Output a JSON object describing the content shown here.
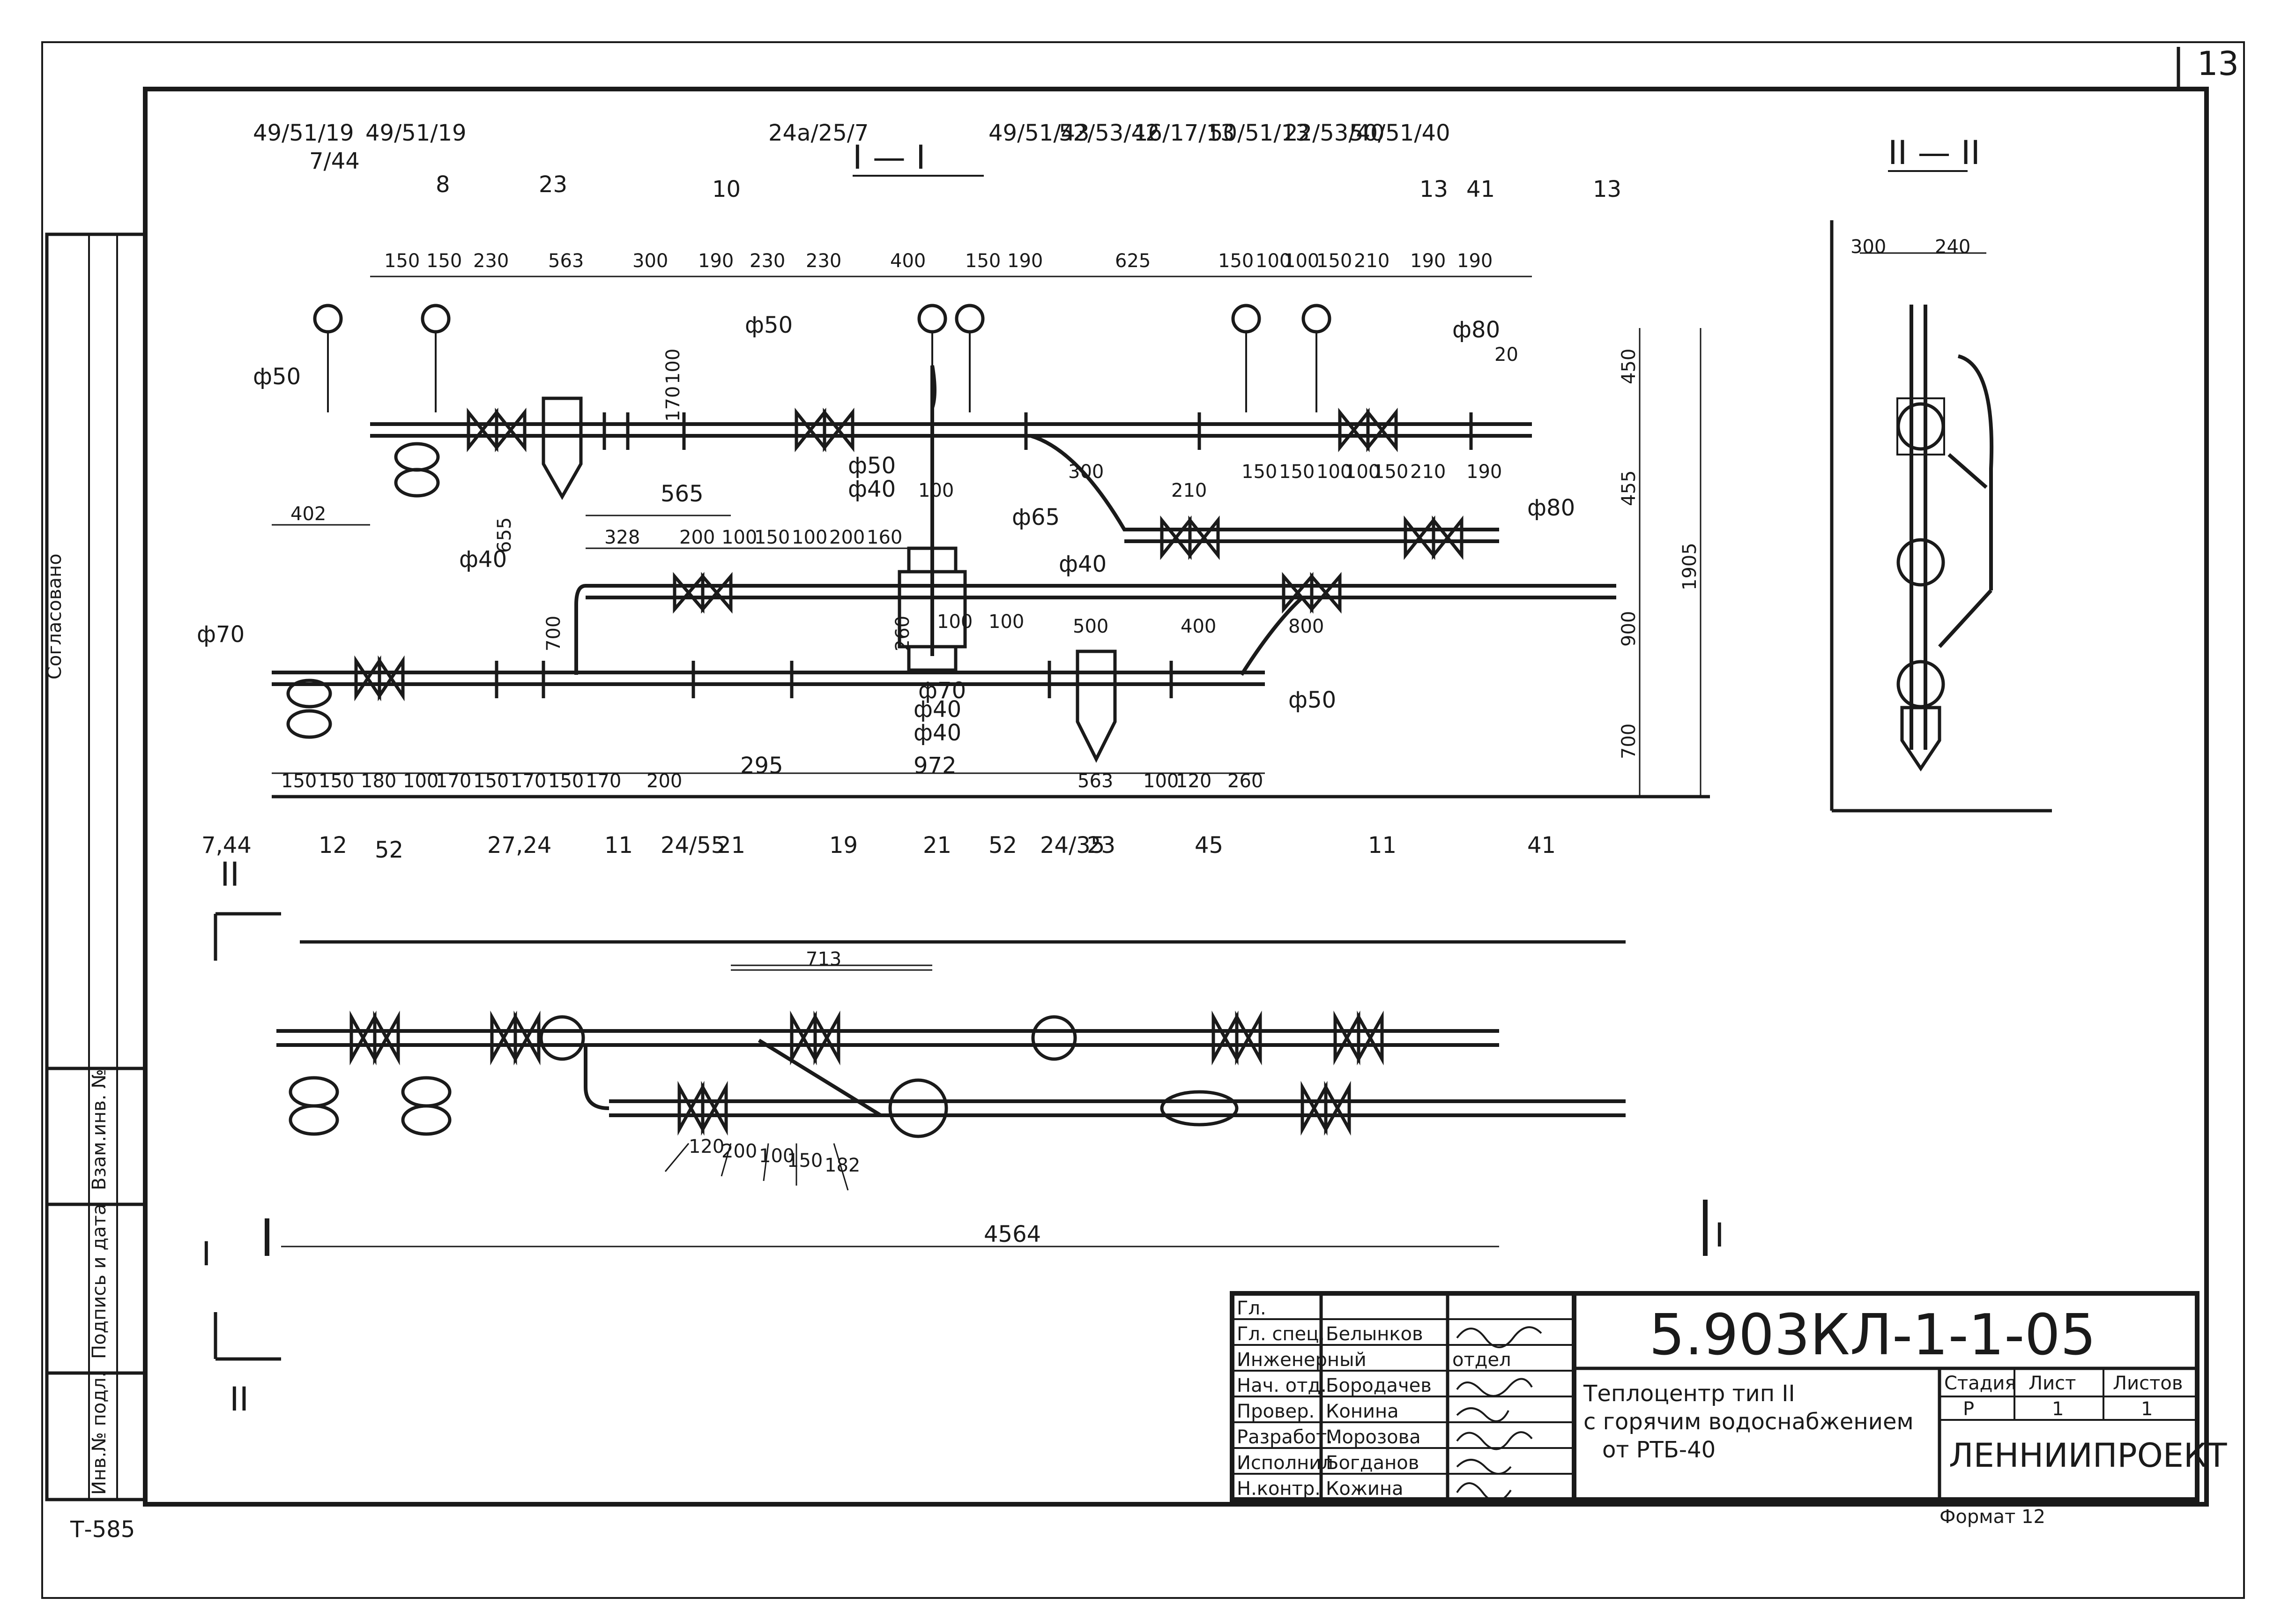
{
  "sheet_number": "13",
  "section_titles": {
    "main": "I — I",
    "side": "II — II",
    "plan_mark_left": "II",
    "plan_mark_bottom": "II",
    "plan_mark_i1": "I",
    "plan_mark_i2": "I"
  },
  "side_strip": {
    "agreed": "Согласовано",
    "vzam": "Взам.инв. №",
    "podpis": "Подпись и дата",
    "inv": "Инв.№ подл."
  },
  "stamp_bottom_left": "Т-585",
  "format": "Формат 12",
  "callouts_top": [
    "49/51/19",
    "7/44",
    "49/51/19",
    "8",
    "23",
    "24a/25/7",
    "10",
    "49/51/43",
    "52/53/42",
    "16/17/13",
    "50/51/13",
    "22/53/40",
    "50/51/40",
    "13",
    "41",
    "13"
  ],
  "callouts_bottom": [
    "7,44",
    "12",
    "52",
    "27,24",
    "11",
    "24/55",
    "21",
    "19",
    "21",
    "52",
    "24/35",
    "23",
    "45",
    "11",
    "41"
  ],
  "dims_top": [
    "150",
    "150",
    "230",
    "563",
    "300",
    "190",
    "230",
    "230",
    "400",
    "150",
    "190",
    "625",
    "150",
    "100",
    "100",
    "150",
    "210",
    "190",
    "190"
  ],
  "dims_mid": [
    "328",
    "200",
    "100",
    "150",
    "100",
    "200",
    "160",
    "300",
    "210",
    "150",
    "150",
    "100",
    "100",
    "150",
    "210",
    "190"
  ],
  "dims_bottom": [
    "150",
    "150",
    "180",
    "100",
    "170",
    "150",
    "170",
    "150",
    "170",
    "200",
    "295",
    "972",
    "100",
    "120",
    "260"
  ],
  "dims_other": [
    "565",
    "402",
    "655",
    "700",
    "260",
    "100",
    "100",
    "500",
    "400",
    "800",
    "563",
    "713",
    "4564",
    "120",
    "200",
    "100",
    "150",
    "182",
    "450",
    "455",
    "900",
    "700",
    "1905",
    "300",
    "240",
    "20",
    "100",
    "170",
    "100"
  ],
  "diameters": [
    "ф50",
    "ф50",
    "ф40",
    "ф65",
    "ф40",
    "ф70",
    "ф40",
    "ф50",
    "ф40",
    "ф40",
    "ф80",
    "ф80",
    "ф50",
    "ф70"
  ],
  "title_block": {
    "code": "5.903КЛ-1-1-05",
    "rows": [
      {
        "role": "Гл.",
        "name": ""
      },
      {
        "role": "Гл. спец.",
        "name": "Белынков"
      },
      {
        "role": "Инженерный",
        "name": "отдел"
      },
      {
        "role": "Нач. отд.",
        "name": "Бородачев"
      },
      {
        "role": "Провер.",
        "name": "Конина"
      },
      {
        "role": "Разработ.",
        "name": "Морозова"
      },
      {
        "role": "Исполнил",
        "name": "Богданов"
      },
      {
        "role": "Н.контр.",
        "name": "Кожина"
      }
    ],
    "description_lines": [
      "Теплоцентр тип II",
      "с горячим водоснабжением",
      "от РТБ-40"
    ],
    "stage_header": "Стадия",
    "sheet_header": "Лист",
    "sheets_header": "Листов",
    "stage": "Р",
    "sheet": "1",
    "sheets": "1",
    "org": "ЛЕННИИПРОЕКТ"
  }
}
